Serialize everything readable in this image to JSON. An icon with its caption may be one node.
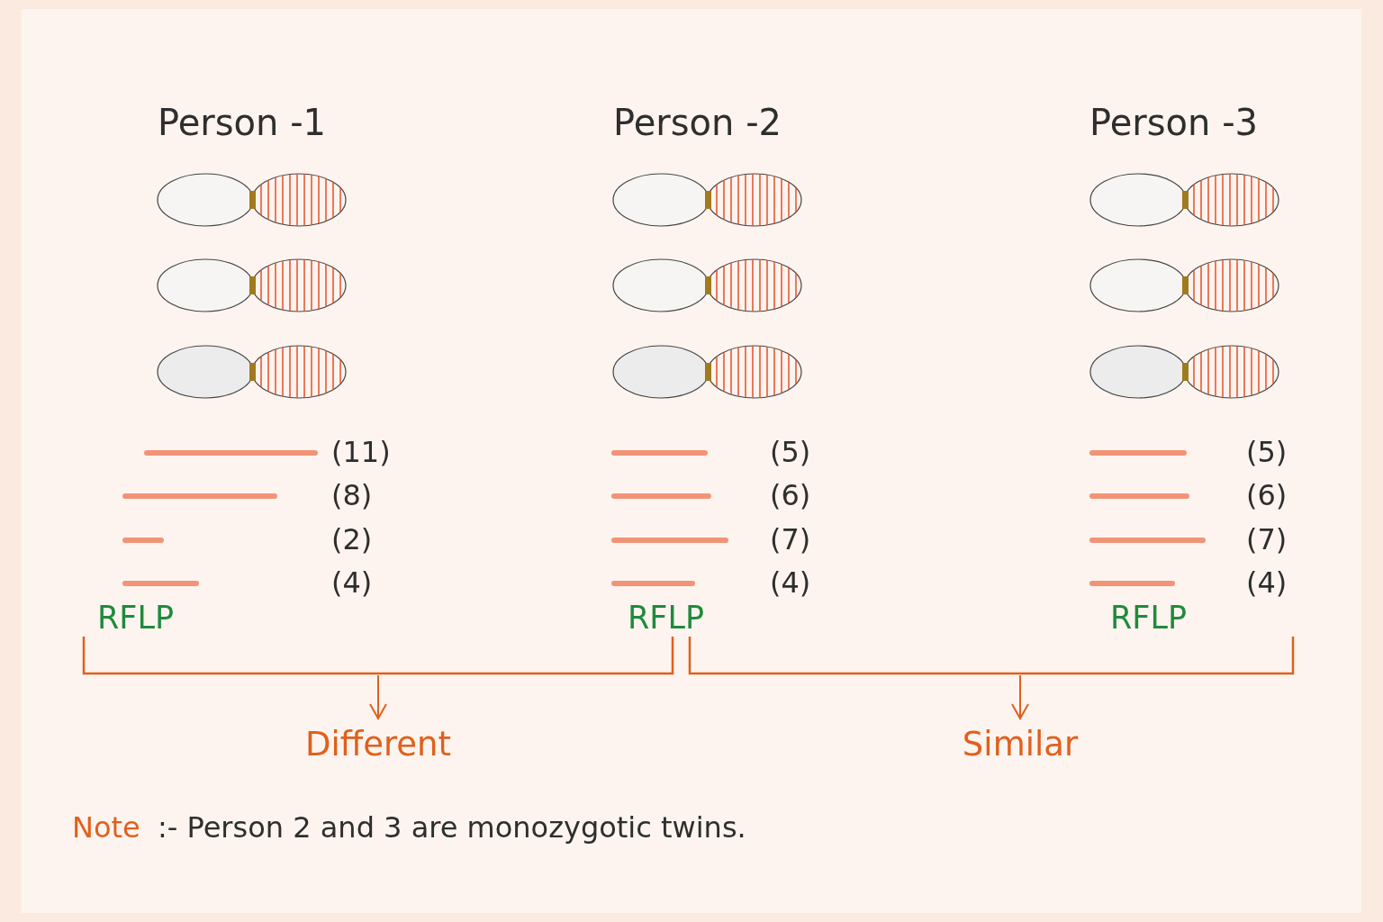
{
  "diagram": {
    "nodes": [
      {
        "text": [],
        "shape": "bracket"
      },
      {
        "text": [],
        "shape": "bracket"
      },
      {
        "text": [
          "Different"
        ]
      },
      {
        "text": [
          "Similar"
        ]
      }
    ],
    "edges": [
      {
        "from": 0,
        "to": 2,
        "arrow": "to"
      },
      {
        "from": 1,
        "to": 3,
        "arrow": "to"
      }
    ],
    "labels": [
      "Person -1",
      "Person -2",
      "Person -3",
      "(11)",
      "(5)",
      "(5)",
      "(8)",
      "(6)",
      "(6)",
      "(2)",
      "(7)",
      "(7)",
      "(4)",
      "(4)",
      "(4)",
      "RFLP",
      "RFLP",
      "RFLP",
      "Note",
      ":- Person 2 and 3 are monozygotic twins."
    ]
  }
}
